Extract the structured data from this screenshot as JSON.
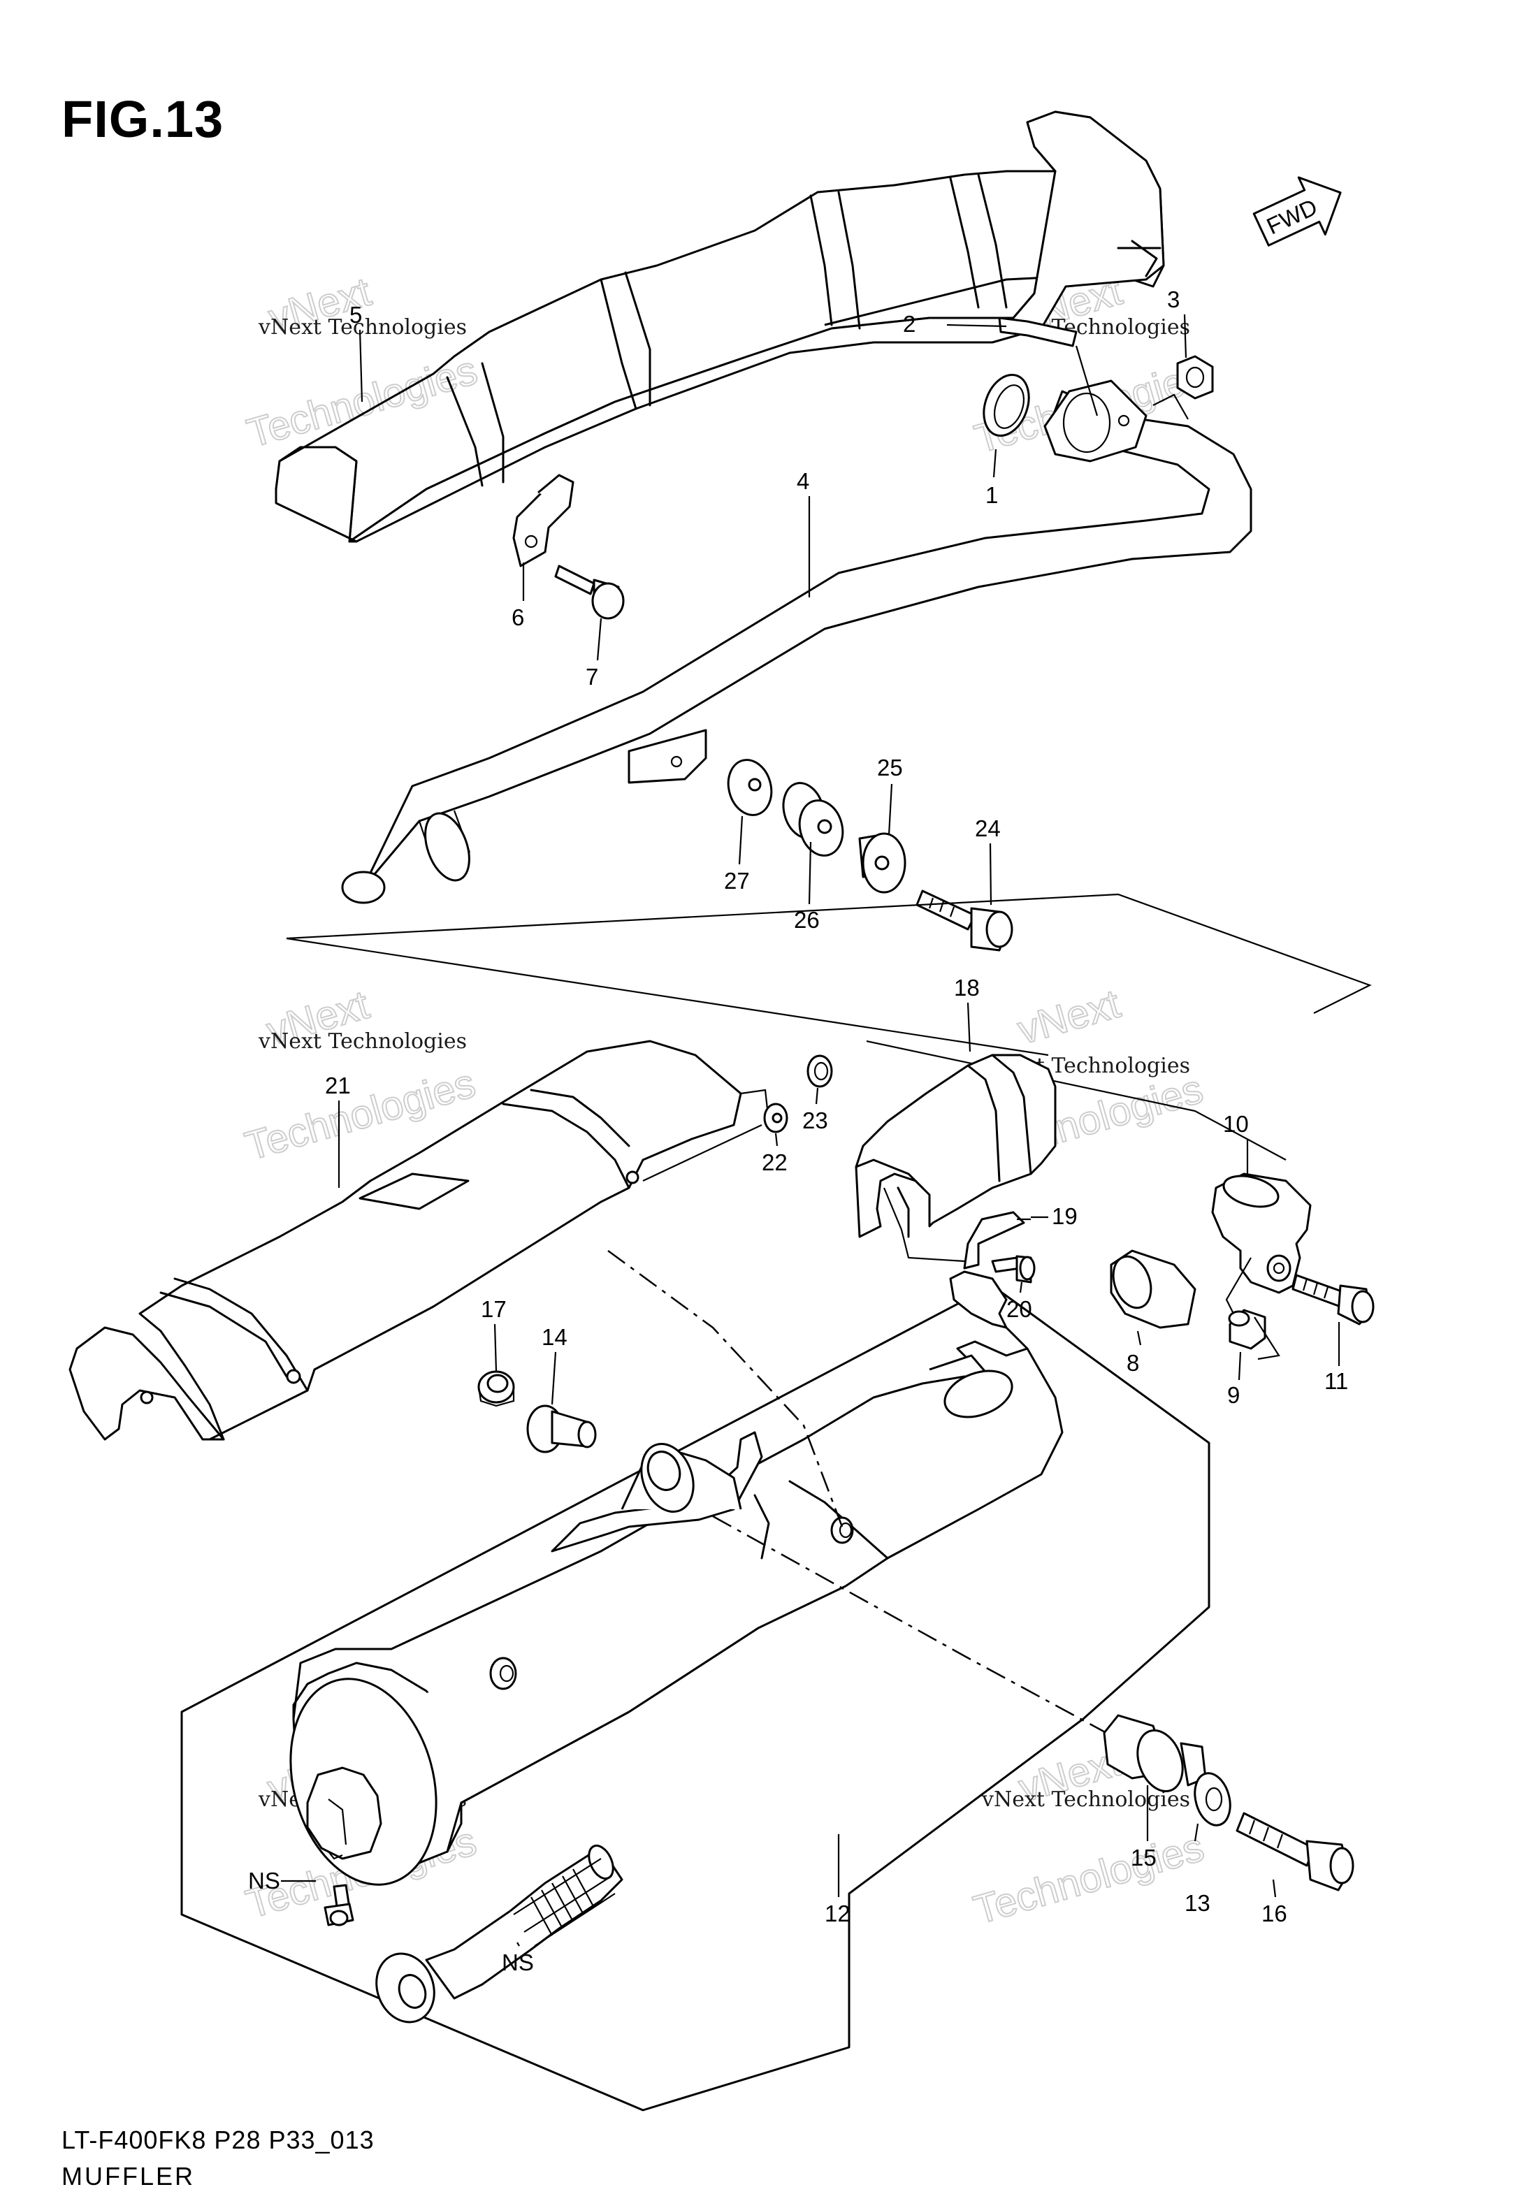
{
  "figure": {
    "title": "FIG.13",
    "model_code": "LT-F400FK8 P28 P33_013",
    "section_name": "MUFFLER",
    "direction_label": "FWD"
  },
  "watermark": {
    "line1": "vNext Technologies",
    "line2": "Technologies",
    "line3": "vNext"
  },
  "callouts": [
    {
      "id": "1",
      "label": "1"
    },
    {
      "id": "2",
      "label": "2"
    },
    {
      "id": "3",
      "label": "3"
    },
    {
      "id": "4",
      "label": "4"
    },
    {
      "id": "5",
      "label": "5"
    },
    {
      "id": "6",
      "label": "6"
    },
    {
      "id": "7",
      "label": "7"
    },
    {
      "id": "8",
      "label": "8"
    },
    {
      "id": "9",
      "label": "9"
    },
    {
      "id": "10",
      "label": "10"
    },
    {
      "id": "11",
      "label": "11"
    },
    {
      "id": "12",
      "label": "12"
    },
    {
      "id": "13",
      "label": "13"
    },
    {
      "id": "14",
      "label": "14"
    },
    {
      "id": "15",
      "label": "15"
    },
    {
      "id": "16",
      "label": "16"
    },
    {
      "id": "17",
      "label": "17"
    },
    {
      "id": "18",
      "label": "18"
    },
    {
      "id": "19",
      "label": "19"
    },
    {
      "id": "20",
      "label": "20"
    },
    {
      "id": "21",
      "label": "21"
    },
    {
      "id": "22",
      "label": "22"
    },
    {
      "id": "23",
      "label": "23"
    },
    {
      "id": "24",
      "label": "24"
    },
    {
      "id": "25",
      "label": "25"
    },
    {
      "id": "26",
      "label": "26"
    },
    {
      "id": "27",
      "label": "27"
    },
    {
      "id": "ns1",
      "label": "NS"
    },
    {
      "id": "ns2",
      "label": "NS"
    }
  ]
}
